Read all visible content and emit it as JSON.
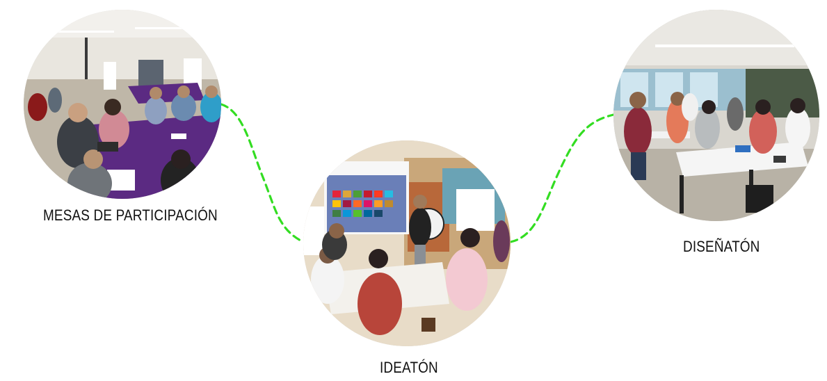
{
  "sections": [
    {
      "id": "mesas",
      "label": "MESAS DE PARTICIPACIÓN"
    },
    {
      "id": "ideaton",
      "label": "IDEATÓN"
    },
    {
      "id": "disenaton",
      "label": "DISEÑATÓN"
    }
  ],
  "colors": {
    "connector": "#33dd22",
    "tablecloth": "#5b2a82",
    "caption": "#111111"
  }
}
